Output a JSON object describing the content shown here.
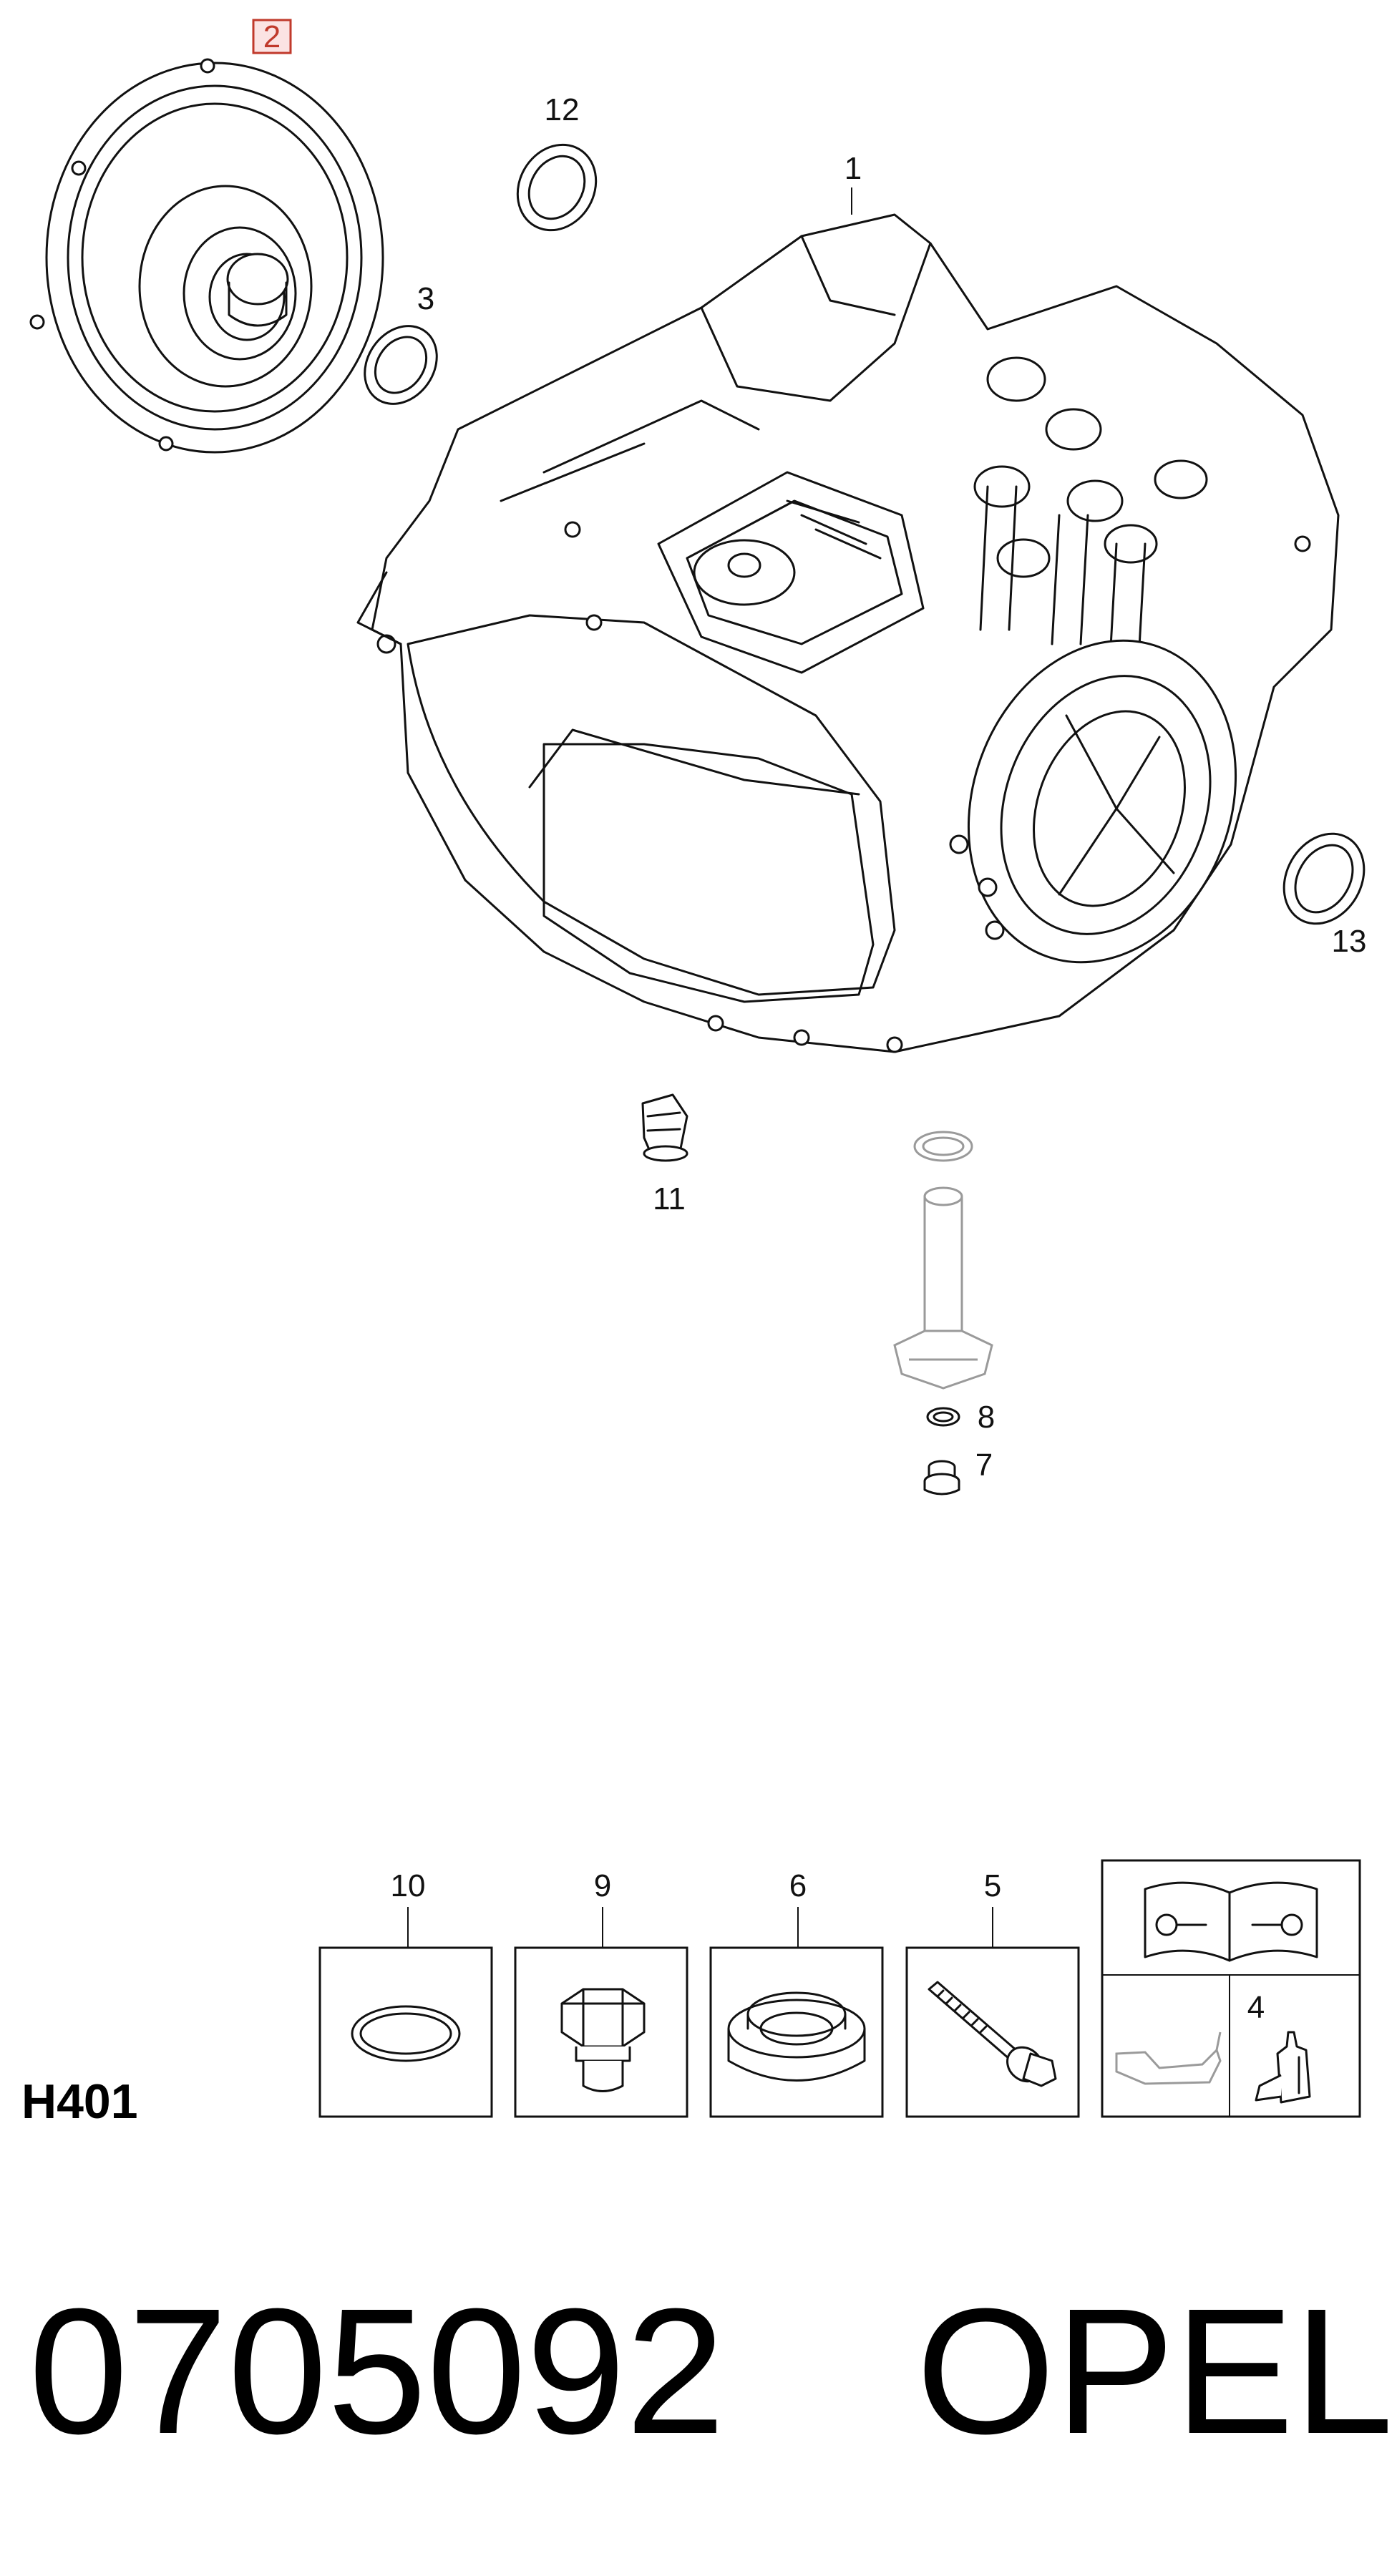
{
  "diagram": {
    "section_code": "H401",
    "part_number": "0705092",
    "brand": "OPEL",
    "callouts": {
      "c1": "1",
      "c2": "2",
      "c3": "3",
      "c4": "4",
      "c5": "5",
      "c6": "6",
      "c7": "7",
      "c8": "8",
      "c9": "9",
      "c10": "10",
      "c11": "11",
      "c12": "12",
      "c13": "13"
    },
    "colors": {
      "line": "#111111",
      "highlight_box": "#c0392b",
      "highlight_fill": "#fbe3e3",
      "background": "#ffffff"
    },
    "icons": [
      "torque-converter-icon",
      "transmission-assembly-icon",
      "seal-ring-icon",
      "bolt-icon",
      "plug-icon",
      "dipstick-tube-icon",
      "manual-book-icon",
      "oil-can-icon",
      "sealant-bottle-icon"
    ]
  }
}
